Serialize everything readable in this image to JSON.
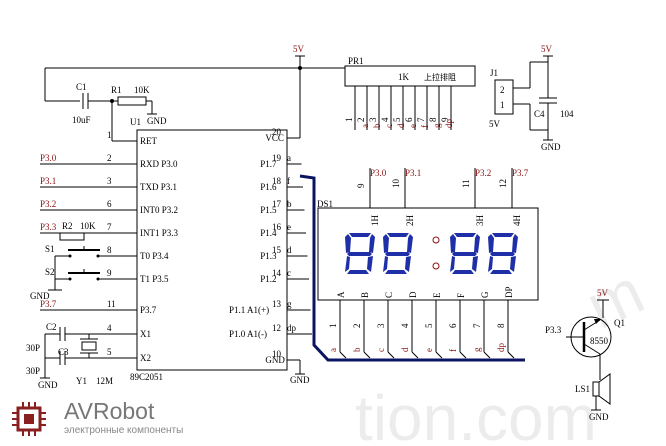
{
  "power": {
    "vcc": "5V",
    "gnd": "GND"
  },
  "mcu": {
    "ref": "U1",
    "part": "89C2051",
    "left_pins": [
      {
        "num": "1",
        "name": "RET",
        "net": ""
      },
      {
        "num": "2",
        "name": "RXD P3.0",
        "net": "P3.0"
      },
      {
        "num": "3",
        "name": "TXD P3.1",
        "net": "P3.1"
      },
      {
        "num": "6",
        "name": "INT0 P3.2",
        "net": "P3.2"
      },
      {
        "num": "7",
        "name": "INT1 P3.3",
        "net": "P3.3"
      },
      {
        "num": "8",
        "name": "T0 P3.4",
        "net": ""
      },
      {
        "num": "9",
        "name": "T1 P3.5",
        "net": ""
      },
      {
        "num": "11",
        "name": "P3.7",
        "net": "P3.7"
      },
      {
        "num": "4",
        "name": "X1",
        "net": ""
      },
      {
        "num": "5",
        "name": "X2",
        "net": ""
      }
    ],
    "right_pins": [
      {
        "num": "20",
        "name": "VCC",
        "net": ""
      },
      {
        "num": "19",
        "name": "P1.7",
        "net": "a"
      },
      {
        "num": "18",
        "name": "P1.6",
        "net": "f"
      },
      {
        "num": "17",
        "name": "P1.5",
        "net": "b"
      },
      {
        "num": "16",
        "name": "P1.4",
        "net": "e"
      },
      {
        "num": "15",
        "name": "P1.3",
        "net": "d"
      },
      {
        "num": "14",
        "name": "P1.2",
        "net": "c"
      },
      {
        "num": "13",
        "name": "P1.1 A1(+)",
        "net": "g"
      },
      {
        "num": "12",
        "name": "P1.0 A1(-)",
        "net": "dp"
      },
      {
        "num": "10",
        "name": "GND",
        "net": ""
      }
    ]
  },
  "reset": {
    "c_ref": "C1",
    "c_val": "10uF",
    "r_ref": "R1",
    "r_val": "10K"
  },
  "pullup": {
    "r_ref": "R2",
    "r_val": "10K"
  },
  "switches": [
    "S1",
    "S2"
  ],
  "crystal": {
    "c2": "C2",
    "c3": "C3",
    "cap_val": "30P",
    "xtal": "Y1",
    "freq": "12M"
  },
  "resnet": {
    "ref": "PR1",
    "val": "1K",
    "note": "上拉排阻",
    "pins": [
      "1",
      "2",
      "3",
      "4",
      "5",
      "6",
      "7",
      "8",
      "9"
    ],
    "nets": [
      "a",
      "b",
      "c",
      "d",
      "e",
      "f",
      "g",
      "dp"
    ]
  },
  "power_in": {
    "ref": "J1",
    "pins": [
      "2",
      "1"
    ],
    "vlabel": "5V",
    "cap_ref": "C4",
    "cap_val": "104"
  },
  "display": {
    "ref": "DS1",
    "digits": [
      {
        "pin": "9",
        "name": "1H",
        "net": "P3.0"
      },
      {
        "pin": "10",
        "name": "2H",
        "net": "P3.1"
      },
      {
        "pin": "11",
        "name": "3H",
        "net": "P3.2"
      },
      {
        "pin": "12",
        "name": "4H",
        "net": "P3.7"
      }
    ],
    "seg_letters": [
      "A",
      "B",
      "C",
      "D",
      "E",
      "F",
      "G",
      "DP"
    ],
    "bottom_pins": [
      "1",
      "2",
      "3",
      "4",
      "5",
      "6",
      "7",
      "8"
    ],
    "bottom_nets": [
      "a",
      "b",
      "c",
      "d",
      "e",
      "f",
      "g",
      "dp"
    ]
  },
  "buzzer": {
    "q_ref": "Q1",
    "q_part": "8550",
    "base_net": "P3.3",
    "ls_ref": "LS1"
  },
  "watermark": "tion.com",
  "logo": {
    "brand": "AVRobot",
    "sub": "электронные компоненты"
  }
}
